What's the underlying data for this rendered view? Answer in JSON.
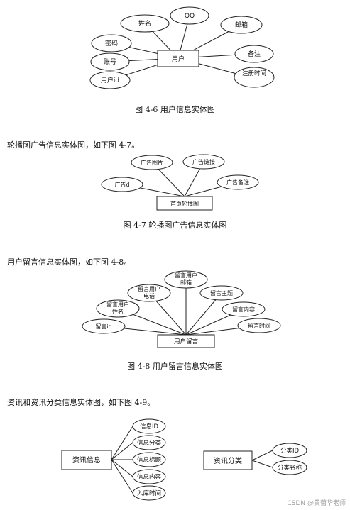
{
  "fig46": {
    "center": "用户",
    "attrs": [
      "姓名",
      "QQ",
      "邮箱",
      "密码",
      "账号",
      "用户id",
      "备注",
      "注册时间"
    ],
    "caption": "图  4-6 用户信息实体图"
  },
  "para47": "轮播图广告信息实体图，如下图 4-7。",
  "fig47": {
    "center": "首页轮播图",
    "attrs": [
      "广告图片",
      "广告链接",
      "广告d",
      "广告备注"
    ],
    "caption": "图  4-7  轮播图广告信息实体图"
  },
  "para48": "用户留言信息实体图，如下图 4-8。",
  "fig48": {
    "center": "用户留言",
    "attrs": [
      "留言用户邮箱",
      "留言用户电话",
      "留言主题",
      "留言用户姓名",
      "留言内容",
      "留言id",
      "留言时间"
    ],
    "caption": "图  4-8  用户留言信息实体图"
  },
  "para49": "资讯和资讯分类信息实体图，如下图 4-9。",
  "fig49": {
    "left_center": "资讯信息",
    "left_attrs": [
      "信息ID",
      "信息分类",
      "信息标题",
      "信息内容",
      "入库时间"
    ],
    "right_center": "资讯分类",
    "right_attrs": [
      "分类ID",
      "分类名称"
    ]
  },
  "watermark": "CSDN @黄菊华老师"
}
